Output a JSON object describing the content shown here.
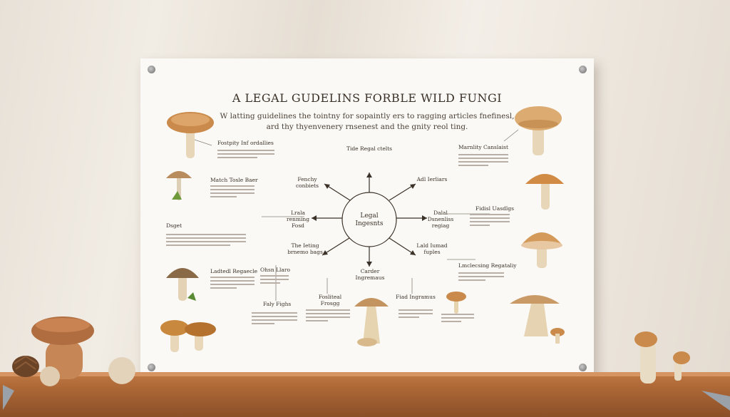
{
  "poster": {
    "title": "A LEGAL GUDELINS FORBLE WILD FUNGI",
    "subtitle_1": "W latting guidelines the tointny for sopaintly ers to ragging articles fnefinesl,",
    "subtitle_2": "ard thy thyenvenery rnsenest and the gnity reol ting."
  },
  "hub": {
    "label": "Legal Ingesnts"
  },
  "labels": {
    "top_center": "Tide Regal ctelts",
    "upper_left": "Fenchy conbiets",
    "mid_left": "Lrala renming Fosd",
    "lower_left": "The Ieting brnemo bags",
    "bottom_center": "Carder Ingremaus",
    "upper_right": "Adl Ierliars",
    "mid_right": "Dalal Dsnenliss regiag",
    "lower_right": "Lald Iumad fuples"
  },
  "side_headings": {
    "left_1": "Fostpity Inf ordallies",
    "left_2": "Match Tosle Baer",
    "left_3": "Dsget",
    "left_4": "Ladtedl Regaecle",
    "left_5": "Ohsn Llaro",
    "left_6": "Faly Fighs",
    "right_1": "Marnlity Canslaist",
    "right_2": "Fidisl Uasdlgs",
    "right_3": "Lmclecsing Regataliy",
    "bottom_1": "Fosliteal Frosgg",
    "bottom_2": "Fiad Ingramus"
  },
  "colors": {
    "wall": "#ece5dc",
    "shelf": "#b06a38",
    "poster": "#fbf9f5",
    "ink": "#3a3128",
    "cap": "#c98a4b"
  }
}
